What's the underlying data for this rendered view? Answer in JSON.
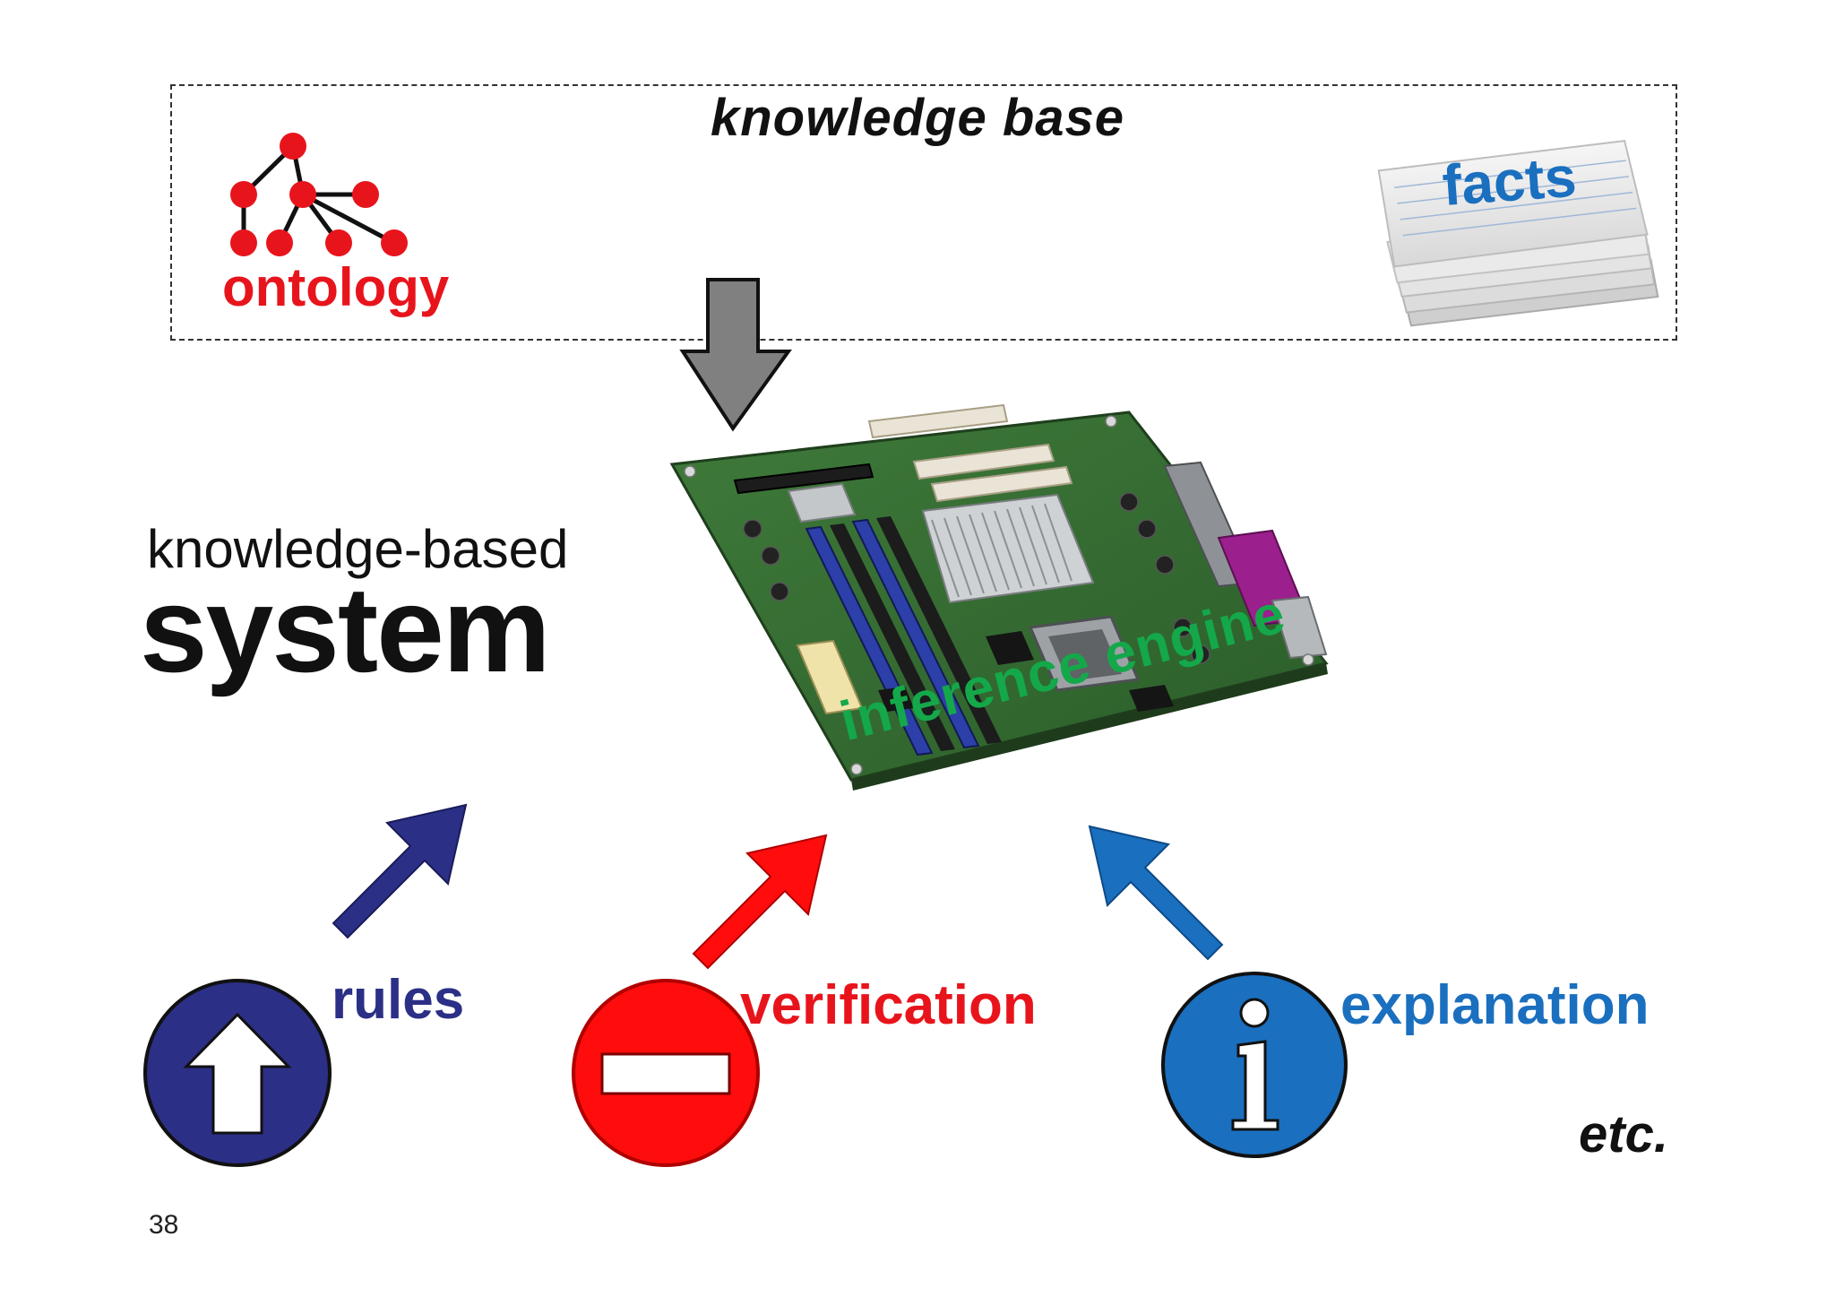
{
  "knowledge_base": {
    "title": "knowledge base",
    "ontology_label": "ontology",
    "facts_label": "facts"
  },
  "system_title": {
    "line1": "knowledge-based",
    "line2": "system"
  },
  "inference_engine_label": "inference engine",
  "components": {
    "rules": "rules",
    "verification": "verification",
    "explanation": "explanation",
    "etc": "etc."
  },
  "page_number": "38",
  "colors": {
    "ontology": "#e8141c",
    "facts": "#1a6fbf",
    "inference": "#14a84a",
    "rules": "#2b2f86",
    "verification": "#e8141c",
    "explanation": "#1a6fbf",
    "arrow_down": "#808080"
  },
  "icons": {
    "ontology": "tree-graph-icon",
    "facts": "paper-stack-icon",
    "inference": "motherboard-image",
    "rules": "up-arrow-circle-icon",
    "verification": "no-entry-icon",
    "explanation": "info-icon"
  }
}
